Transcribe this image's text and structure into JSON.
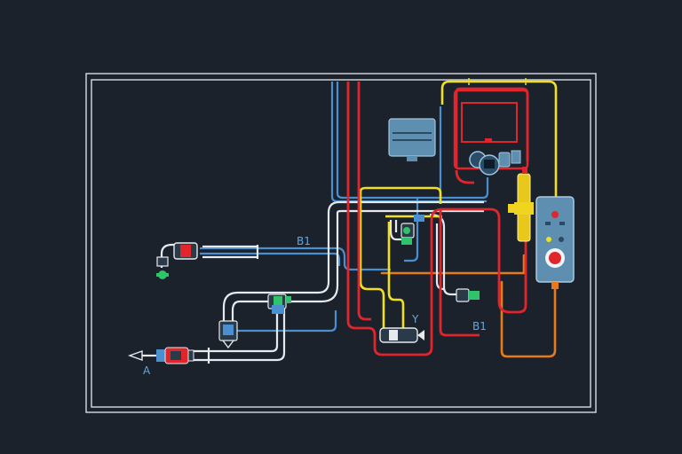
{
  "colors": {
    "background": "#1b222c",
    "frame": "#d8dde4",
    "pipe_white": "#e6e9ee",
    "pipe_blue": "#4a8fd0",
    "pipe_red": "#e0262d",
    "pipe_yellow": "#f0e020",
    "pipe_orange": "#e87a1c",
    "valve_green": "#2fc46a",
    "panel": "#5f8fb0"
  },
  "labels": {
    "b1_top": "B1",
    "b1_right": "B1",
    "y": "Y",
    "a": "A"
  }
}
